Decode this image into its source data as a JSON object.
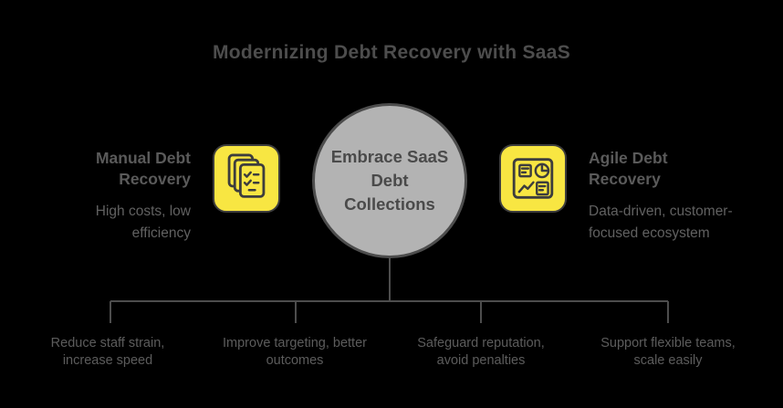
{
  "title": "Modernizing Debt Recovery with SaaS",
  "center_node": {
    "label": "Embrace SaaS Debt Collections",
    "label_lines": [
      "Embrace SaaS",
      "Debt",
      "Collections"
    ]
  },
  "left_node": {
    "heading": "Manual Debt Recovery",
    "heading_lines": [
      "Manual Debt",
      "Recovery"
    ],
    "subtitle": "High costs, low efficiency",
    "subtitle_lines": [
      "High costs, low",
      "efficiency"
    ],
    "icon": "documents-checklist-icon"
  },
  "right_node": {
    "heading": "Agile Debt Recovery",
    "heading_lines": [
      "Agile Debt",
      "Recovery"
    ],
    "subtitle": "Data-driven, customer-focused ecosystem",
    "subtitle_lines": [
      "Data-driven, customer-",
      "focused ecosystem"
    ],
    "icon": "dashboard-charts-icon"
  },
  "benefits": [
    {
      "label": "Reduce staff strain, increase speed",
      "lines": [
        "Reduce staff strain,",
        "increase speed"
      ]
    },
    {
      "label": "Improve targeting, better outcomes",
      "lines": [
        "Improve targeting, better",
        "outcomes"
      ]
    },
    {
      "label": "Safeguard reputation, avoid penalties",
      "lines": [
        "Safeguard reputation,",
        "avoid penalties"
      ]
    },
    {
      "label": "Support flexible teams, scale easily",
      "lines": [
        "Support flexible teams,",
        "scale easily"
      ]
    }
  ],
  "colors": {
    "background": "#000000",
    "accent_yellow": "#f8e642",
    "icon_stroke": "#3d3d3d",
    "circle_fill": "#b3b3b3",
    "circle_border": "#4d4d4d",
    "connector": "#4d4d4d",
    "title_text": "#4d4d4d",
    "heading_text": "#5a5a5a",
    "body_text": "#616161"
  }
}
